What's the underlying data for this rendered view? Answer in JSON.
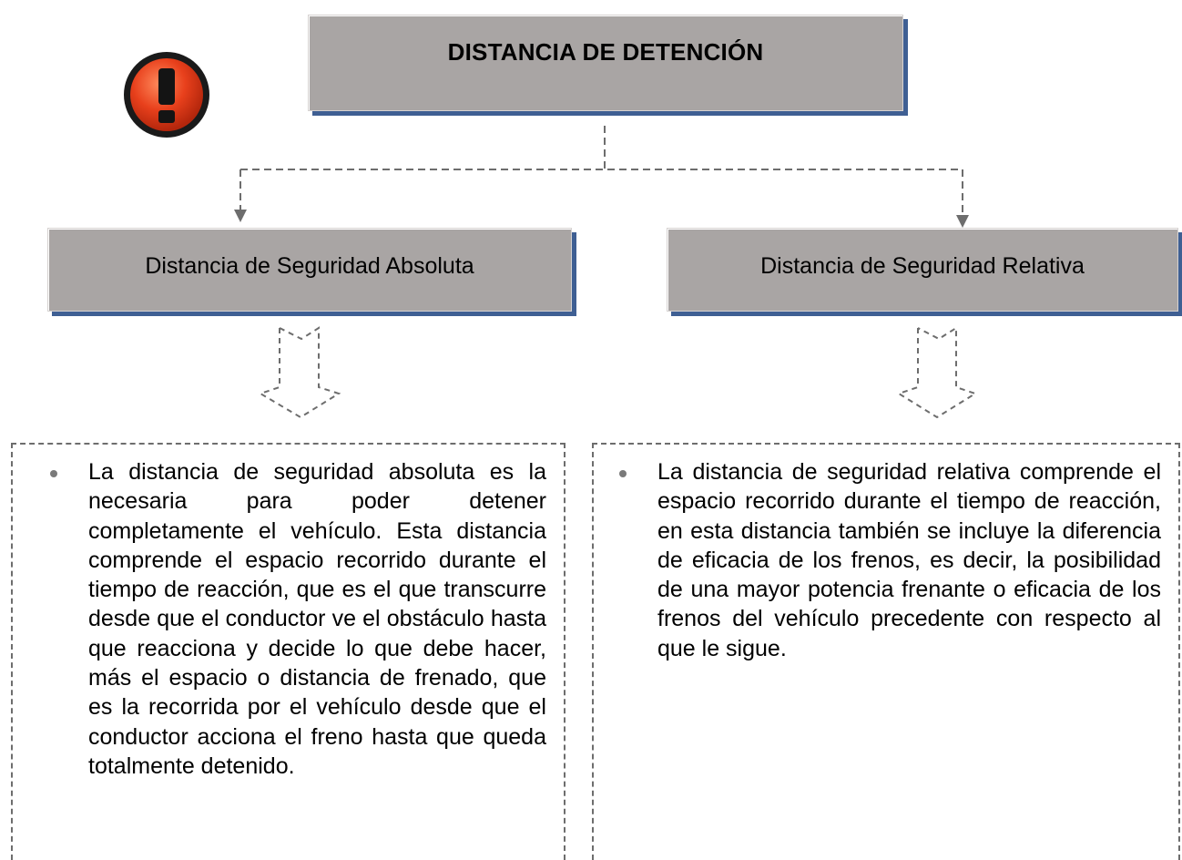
{
  "title": "DISTANCIA DE DETENCIÓN",
  "left": {
    "heading": "Distancia de Seguridad Absoluta",
    "text": "La distancia de seguridad absoluta es la necesaria para poder detener completamente el vehículo. Esta distancia comprende el espacio recorrido durante el tiempo de reacción, que es el que transcurre desde que el conductor ve el obstáculo hasta que reacciona y decide lo que debe hacer, más el espacio o distancia de frenado, que es la recorrida por el vehículo desde que el conductor acciona el freno hasta que queda totalmente detenido."
  },
  "right": {
    "heading": "Distancia de Seguridad Relativa",
    "text": "La distancia de seguridad relativa comprende el espacio recorrido durante el tiempo de reacción, en esta distancia también se incluye la diferencia de eficacia de los frenos, es decir, la posibilidad de una mayor potencia frenante o eficacia de los frenos del vehículo precedente con respecto al que le sigue."
  },
  "icons": {
    "warning": "exclamation-warning-icon"
  },
  "colors": {
    "box_fill": "#a9a5a4",
    "shadow": "#3f5f93",
    "icon_red": "#e8401c",
    "dashed": "#6d6d6d"
  }
}
